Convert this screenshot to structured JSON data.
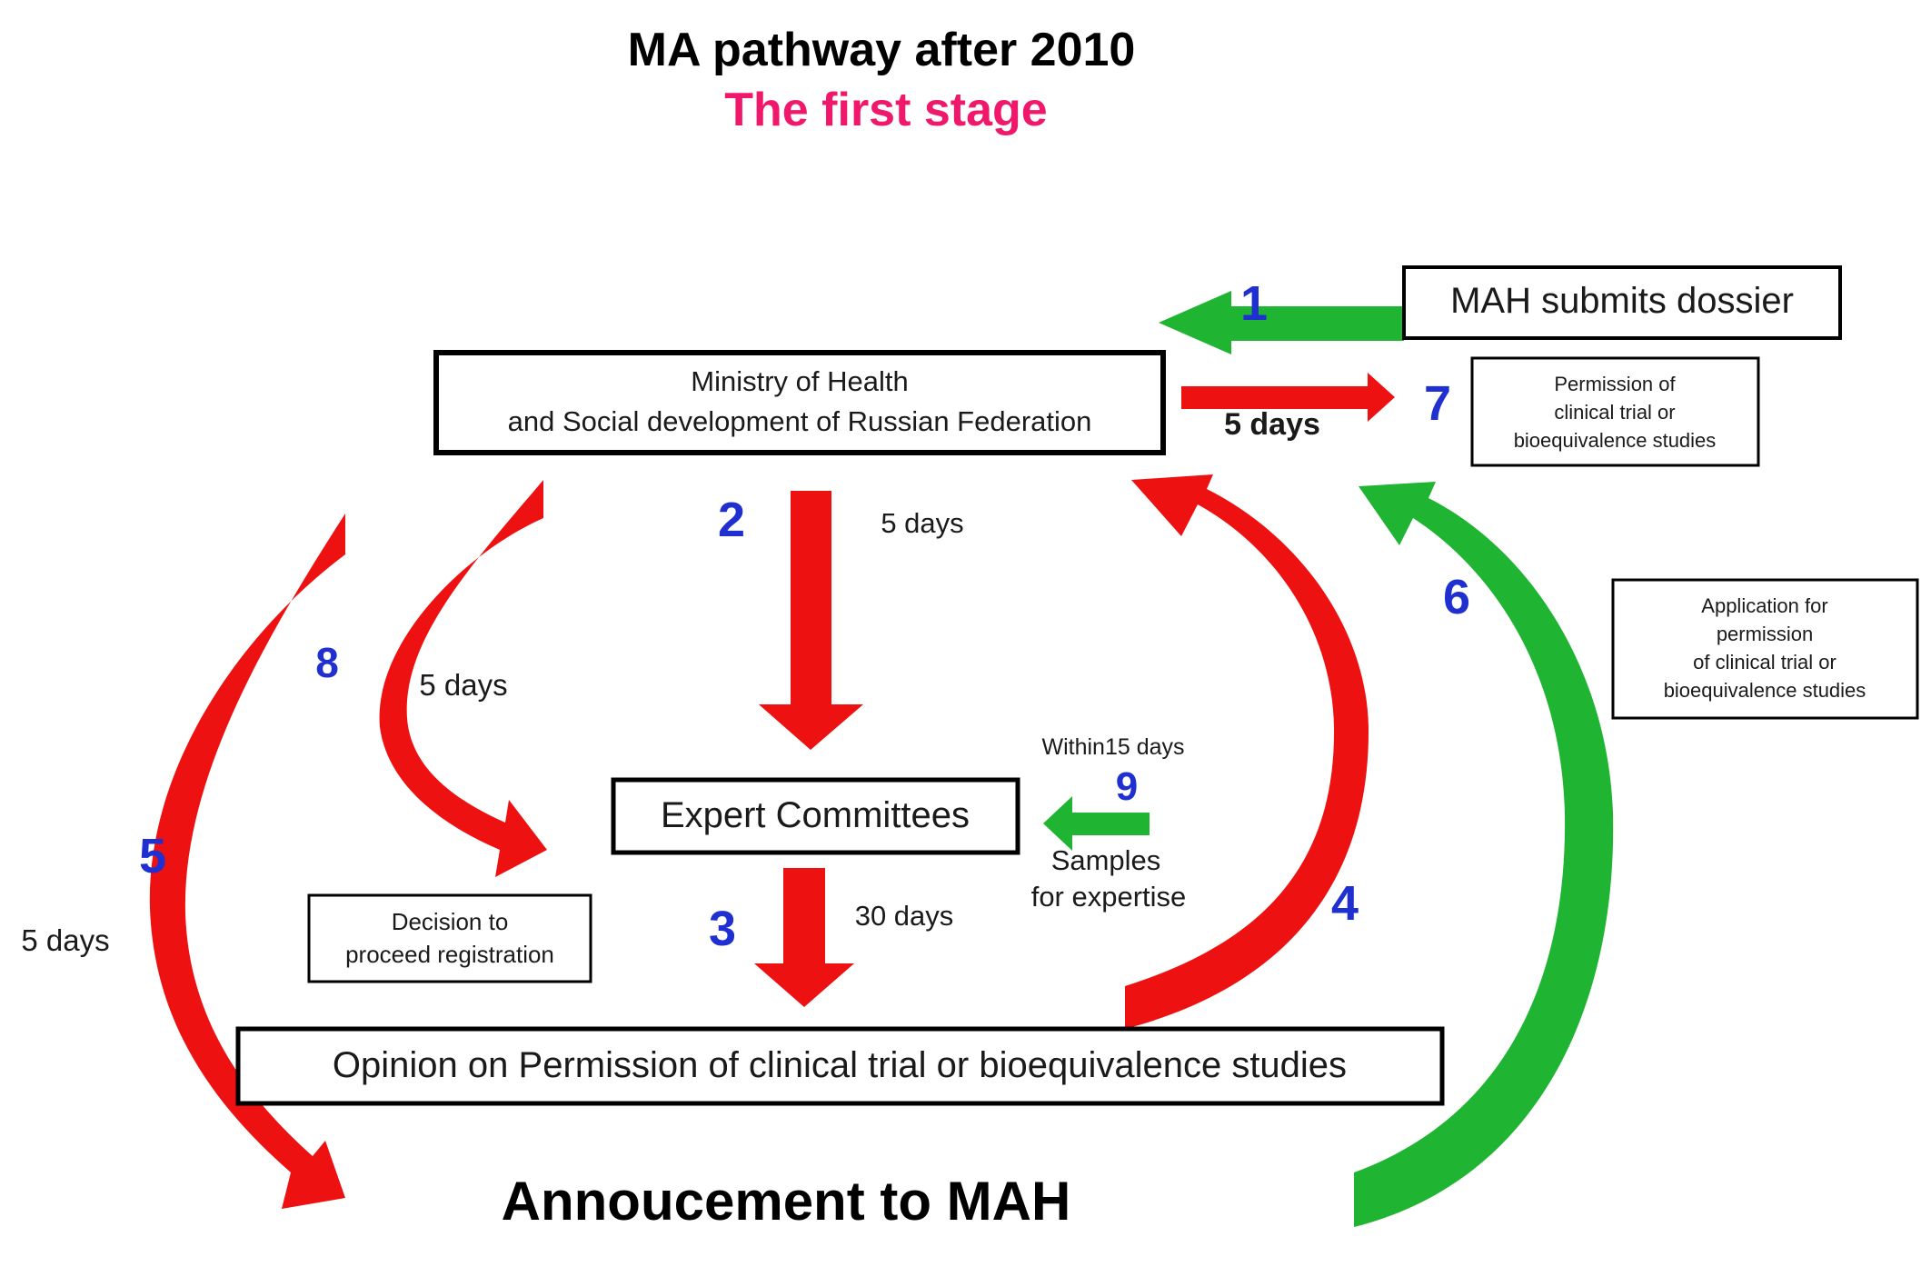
{
  "title": "MA pathway after 2010",
  "subtitle": "The first stage",
  "colors": {
    "subtitle": "#f0186a",
    "red_arrow": "#ee1111",
    "green_arrow": "#1fb532",
    "step_number": "#1f2fd0"
  },
  "boxes": {
    "mah_submits": "MAH submits dossier",
    "ministry_line1": "Ministry of Health",
    "ministry_line2": "and Social development of Russian Federation",
    "permission_line1": "Permission of",
    "permission_line2": "clinical trial or",
    "permission_line3": "bioequivalence studies",
    "application_line1": "Application for",
    "application_line2": "permission",
    "application_line3": "of clinical trial or",
    "application_line4": "bioequivalence studies",
    "expert_committees": "Expert Committees",
    "decision_line1": "Decision to",
    "decision_line2": "proceed registration",
    "opinion": "Opinion on Permission of clinical trial or bioequivalence studies",
    "announcement": "Annoucement to MAH"
  },
  "steps": {
    "s1": "1",
    "s2": "2",
    "s3": "3",
    "s4": "4",
    "s5": "5",
    "s6": "6",
    "s7": "7",
    "s8": "8",
    "s9": "9"
  },
  "durations": {
    "d7": "5 days",
    "d2": "5 days",
    "d8": "5 days",
    "d5": "5 days",
    "d3": "30 days",
    "d9": "Within15 days"
  },
  "notes": {
    "samples_line1": "Samples",
    "samples_line2": "for expertise"
  }
}
